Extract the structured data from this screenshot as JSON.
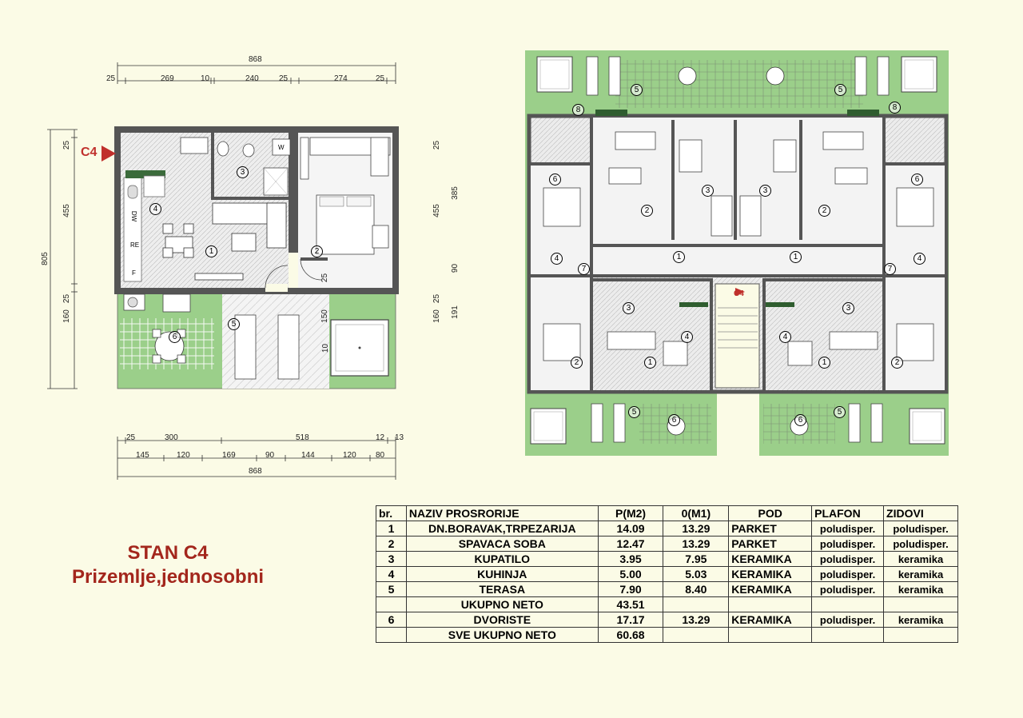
{
  "marker": "C4",
  "dims_top": {
    "total": "868",
    "segments": [
      "25",
      "269",
      "10",
      "240",
      "25",
      "274",
      "25"
    ]
  },
  "dims_bottom": {
    "row1": [
      "25",
      "300",
      "518",
      "12",
      "13"
    ],
    "row2": [
      "145",
      "120",
      "169",
      "90",
      "144",
      "120",
      "80"
    ],
    "total": "868"
  },
  "dims_left": {
    "outer": "805",
    "inner": [
      "25",
      "455",
      "25",
      "160"
    ]
  },
  "dims_mid": {
    "outer": [
      "25",
      "455",
      "25",
      "160"
    ],
    "inner": [
      "385",
      "90",
      "191"
    ]
  },
  "small_dims": {
    "d150": "150",
    "d25": "25",
    "d10": "10"
  },
  "appliance_labels": {
    "washer": "W",
    "dishwasher": "DW",
    "fridge": "F",
    "re": "RE"
  },
  "room_numbers": [
    "1",
    "2",
    "3",
    "4",
    "5",
    "6",
    "7",
    "8"
  ],
  "title": {
    "line1": "STAN C4",
    "line2": "Prizemlje,jednosobni"
  },
  "table": {
    "headers": [
      "br.",
      "NAZIV PROSRORIJE",
      "P(M2)",
      "0(M1)",
      "POD",
      "PLAFON",
      "ZIDOVI"
    ],
    "rows": [
      [
        "1",
        "DN.BORAVAK,TRPEZARIJA",
        "14.09",
        "13.29",
        "PARKET",
        "poludisper.",
        "poludisper."
      ],
      [
        "2",
        "SPAVACA SOBA",
        "12.47",
        "13.29",
        "PARKET",
        "poludisper.",
        "poludisper."
      ],
      [
        "3",
        "KUPATILO",
        "3.95",
        "7.95",
        "KERAMIKA",
        "poludisper.",
        "keramika"
      ],
      [
        "4",
        "KUHINJA",
        "5.00",
        "5.03",
        "KERAMIKA",
        "poludisper.",
        "keramika"
      ],
      [
        "5",
        "TERASA",
        "7.90",
        "8.40",
        "KERAMIKA",
        "poludisper.",
        "keramika"
      ],
      [
        "",
        "UKUPNO NETO",
        "43.51",
        "",
        "",
        "",
        ""
      ],
      [
        "6",
        "DVORISTE",
        "17.17",
        "13.29",
        "KERAMIKA",
        "poludisper.",
        "keramika"
      ],
      [
        "",
        "SVE UKUPNO NETO",
        "60.68",
        "",
        "",
        "",
        ""
      ]
    ]
  },
  "colors": {
    "background": "#fbfbe6",
    "wall": "#555555",
    "garden": "#9bcf8a",
    "accent": "#a3261c",
    "floor": "#e4e4e4"
  }
}
